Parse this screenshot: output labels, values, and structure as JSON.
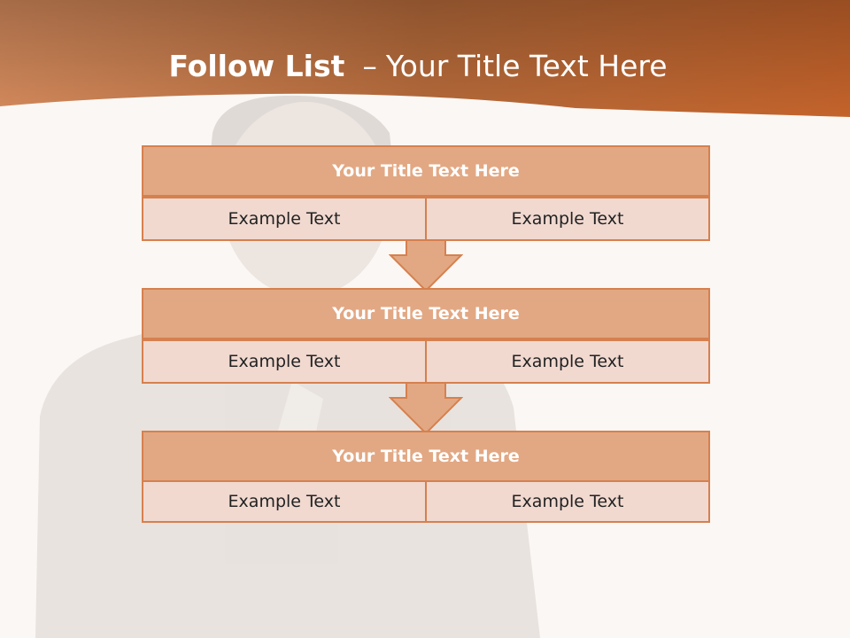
{
  "slide": {
    "title_bold": "Follow List",
    "title_dash": "–",
    "title_rest": "Your Title Text Here"
  },
  "steps": [
    {
      "title": "Your Title Text Here",
      "left": "Example Text",
      "right": "Example Text"
    },
    {
      "title": "Your Title Text Here",
      "left": "Example Text",
      "right": "Example Text"
    },
    {
      "title": "Your Title Text Here",
      "left": "Example Text",
      "right": "Example Text"
    }
  ],
  "colors": {
    "header_gradient_start": "#d48a5c",
    "header_gradient_end": "#c4632b",
    "box_title_fill": "#e2a883",
    "box_cell_fill": "#f1d9d0",
    "box_border": "#d6804f",
    "arrow_fill": "#e2a883"
  }
}
